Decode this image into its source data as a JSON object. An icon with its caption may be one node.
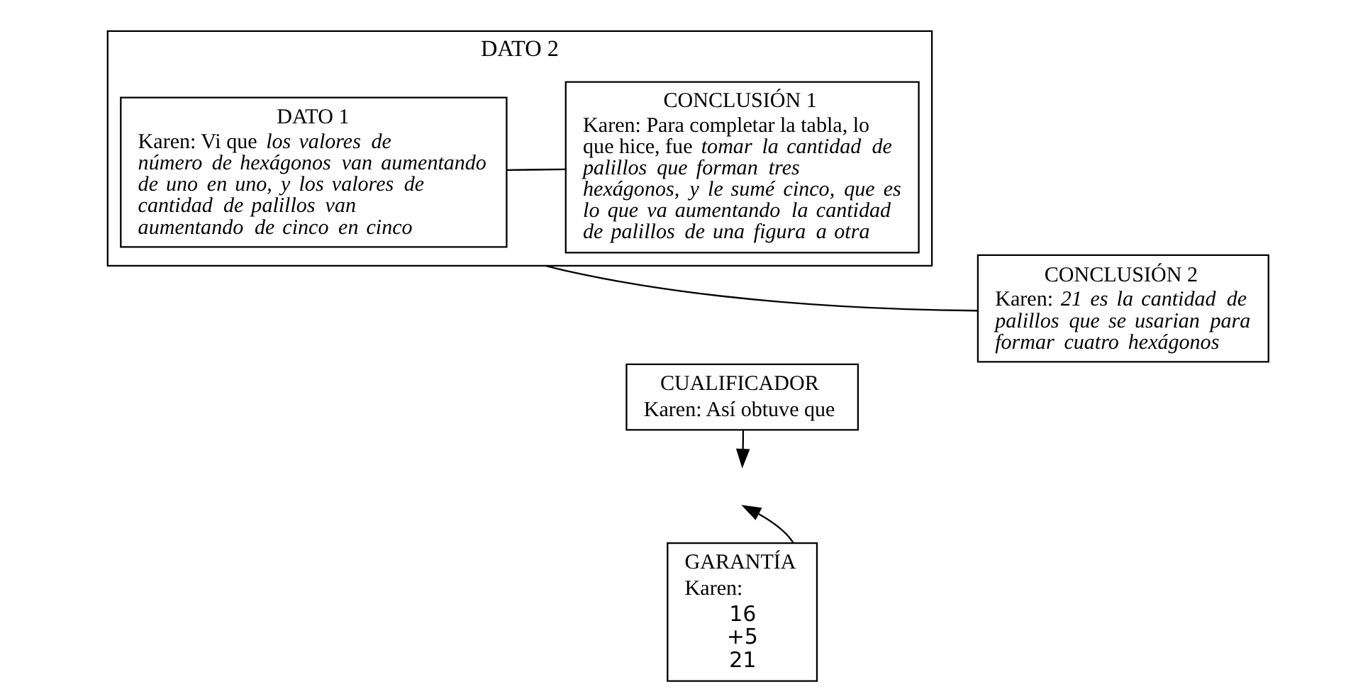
{
  "diagram": {
    "nodes": [
      {
        "text": [
          "DATO 2"
        ]
      },
      {
        "text": [
          "DATO 1",
          "Karen: Vi que *los valores de número de hexágonos van aumentando de uno en uno, y los valores de cantidad de palillos van aumentando de cinco en cinco*"
        ],
        "in": 0
      },
      {
        "text": [
          "CONCLUSIÓN 1",
          "Karen: Para completar la tabla, lo que hice, fue *tomar la cantidad de palillos que forman tres hexágonos, y le sumé cinco, que es lo que va aumentando la cantidad de palillos de una figura a otra*"
        ],
        "in": 0
      },
      {
        "text": [
          "CUALIFICADOR",
          "Karen: Así obtuve que"
        ]
      },
      {
        "text": [
          "CONCLUSIÓN 2",
          "Karen: *21 es la cantidad de palillos que se usarian para formar cuatro hexágonos*"
        ]
      },
      {
        "text": [
          "GARANTÍA",
          "Karen:",
          "16 +5 21"
        ]
      }
    ],
    "edges": [
      {
        "from": 1,
        "to": 2,
        "arrow": "none"
      },
      {
        "from": 0,
        "to": 4,
        "arrow": "none"
      },
      {
        "from": 3,
        "to": null,
        "arrow": "to"
      },
      {
        "from": 5,
        "to": null,
        "arrow": "to"
      }
    ]
  }
}
